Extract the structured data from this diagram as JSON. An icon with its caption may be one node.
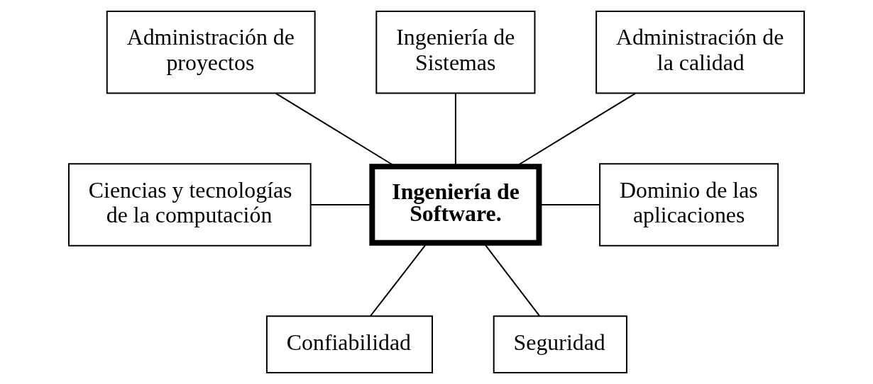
{
  "diagram": {
    "nodes": [
      {
        "text": [
          "Administración de proyectos"
        ]
      },
      {
        "text": [
          "Ingeniería de Sistemas"
        ]
      },
      {
        "text": [
          "Administración de la calidad"
        ]
      },
      {
        "text": [
          "Ciencias y tecnologías de la computación"
        ]
      },
      {
        "text": [
          "Ingeniería de Software."
        ]
      },
      {
        "text": [
          "Dominio de las aplicaciones"
        ]
      },
      {
        "text": [
          "Confiabilidad"
        ]
      },
      {
        "text": [
          "Seguridad"
        ]
      }
    ],
    "edges": [
      {
        "from": 0,
        "to": 4,
        "arrow": "none"
      },
      {
        "from": 1,
        "to": 4,
        "arrow": "none"
      },
      {
        "from": 2,
        "to": 4,
        "arrow": "none"
      },
      {
        "from": 3,
        "to": 4,
        "arrow": "none"
      },
      {
        "from": 4,
        "to": 5,
        "arrow": "none"
      },
      {
        "from": 4,
        "to": 6,
        "arrow": "none"
      },
      {
        "from": 4,
        "to": 7,
        "arrow": "none"
      }
    ]
  }
}
